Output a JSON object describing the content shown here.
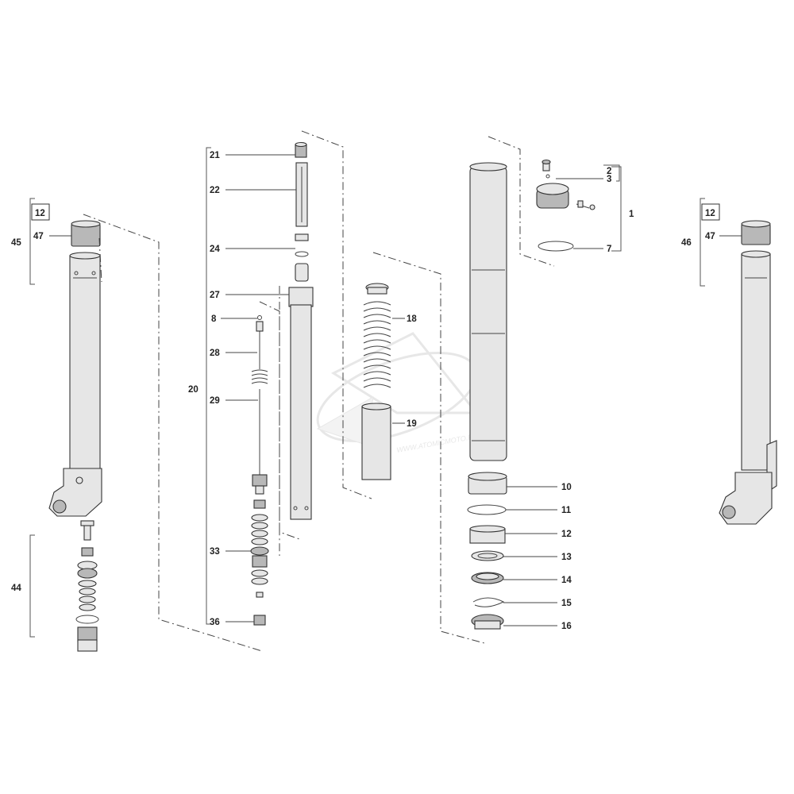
{
  "callouts": {
    "c1": "1",
    "c2": "2",
    "c3": "3",
    "c7": "7",
    "c8": "8",
    "c10": "10",
    "c11": "11",
    "c12": "12",
    "c13": "13",
    "c14": "14",
    "c15": "15",
    "c16": "16",
    "c18": "18",
    "c19": "19",
    "c20": "20",
    "c21": "21",
    "c22": "22",
    "c24": "24",
    "c27": "27",
    "c28": "28",
    "c29": "29",
    "c33": "33",
    "c36": "36",
    "c44": "44",
    "c45": "45",
    "c46": "46",
    "c47_left": "47",
    "c47_right": "47",
    "box12_left": "12",
    "box12_right": "12"
  },
  "watermark": {
    "text": "WWW.ATOMICMOTO.FR"
  },
  "colors": {
    "line": "#333333",
    "part_fill": "#e6e6e6",
    "part_shade": "#b8b8b8"
  }
}
